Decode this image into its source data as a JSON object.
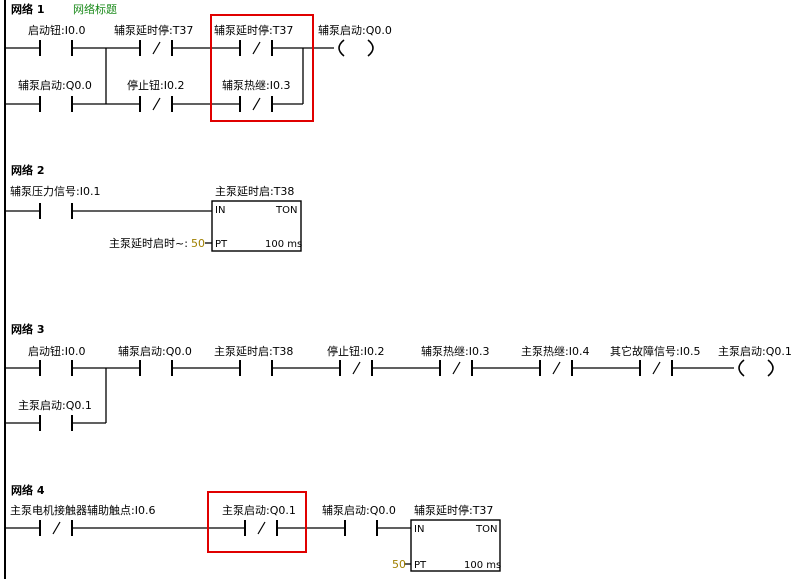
{
  "colors": {
    "highlight": "#e00000",
    "constant": "#a08000",
    "comment": "#1a8a1a",
    "line": "#000000"
  },
  "networks": [
    {
      "title": "网络 1",
      "comment": "网络标题",
      "labels": {
        "c1": "启动钮:I0.0",
        "c2": "辅泵延时停:T37",
        "c3": "辅泵延时停:T37",
        "coil": "辅泵启动:Q0.0",
        "p1": "辅泵启动:Q0.0",
        "p2": "停止钮:I0.2",
        "p3": "辅泵热继:I0.3"
      }
    },
    {
      "title": "网络 2",
      "labels": {
        "c1": "辅泵压力信号:I0.1"
      },
      "timer": {
        "name": "主泵延时启:T38",
        "in": "IN",
        "type": "TON",
        "pt_label": "主泵延时启时~:",
        "pt_value": "50",
        "pt": "PT",
        "base": "100 ms"
      }
    },
    {
      "title": "网络 3",
      "labels": {
        "c1": "启动钮:I0.0",
        "c2": "辅泵启动:Q0.0",
        "c3": "主泵延时启:T38",
        "c4": "停止钮:I0.2",
        "c5": "辅泵热继:I0.3",
        "c6": "主泵热继:I0.4",
        "c7": "其它故障信号:I0.5",
        "coil": "主泵启动:Q0.1",
        "p1": "主泵启动:Q0.1"
      }
    },
    {
      "title": "网络 4",
      "labels": {
        "c1": "主泵电机接触器辅助触点:I0.6",
        "c2": "主泵启动:Q0.1",
        "c3": "辅泵启动:Q0.0"
      },
      "timer": {
        "name": "辅泵延时停:T37",
        "in": "IN",
        "type": "TON",
        "pt_value": "50",
        "pt": "PT",
        "base": "100 ms"
      }
    }
  ]
}
